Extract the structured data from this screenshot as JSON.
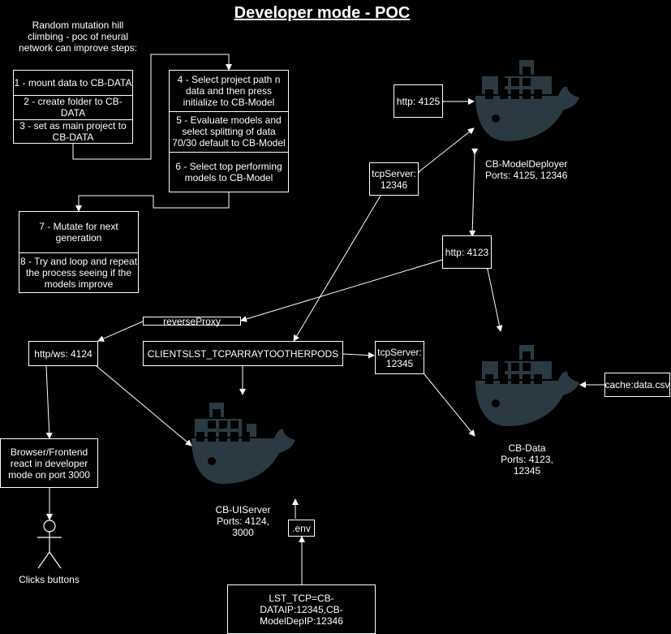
{
  "title": "Developer mode - POC",
  "intro_note": "Random mutation hill climbing - poc of neural network can improve steps:",
  "steps_a": [
    "1 - mount data to CB-DATA",
    "2 - create folder to CB-DATA",
    "3 - set as main project to CB-DATA"
  ],
  "steps_b": [
    "4 - Select project path n data and then press initialize to CB-Model",
    "5 - Evaluate models and select splitting of data 70/30 default to CB-Model",
    "6 - Select top performing models to CB-Model"
  ],
  "steps_c": [
    "7 - Mutate for next generation",
    "8 - Try and loop and repeat the process seeing if the models improve"
  ],
  "nodes": {
    "http_4125": "http: 4125",
    "tcp_12346": "tcpServer: 12346",
    "http_4123": "http: 4123",
    "reverse_proxy": "reverseProxy",
    "http_ws_4124": "http/ws: 4124",
    "clients_lst": "CLIENTSLST_TCPARRAYTOOTHERPODS",
    "tcp_12345": "tcpServer: 12345",
    "cache_csv": "cache:data.csv",
    "browser": "Browser/Frontend react in developer mode on port 3000",
    "env": ".env",
    "lst_tcp": "LST_TCP=CB-DATAIP:12345,CB-ModelDepIP:12346",
    "clicks": "Clicks buttons"
  },
  "services": {
    "model_deployer": {
      "name": "CB-ModelDeployer",
      "ports": "Ports: 4125, 12346"
    },
    "data": {
      "name": "CB-Data",
      "ports": "Ports: 4123, 12345"
    },
    "ui_server": {
      "name": "CB-UIServer",
      "ports": "Ports: 4124, 3000"
    }
  },
  "colors": {
    "background": "#000000",
    "foreground": "#ffffff",
    "docker_whale": "#2b3a42"
  },
  "icons": [
    "docker-whale-icon",
    "stick-figure-icon"
  ]
}
